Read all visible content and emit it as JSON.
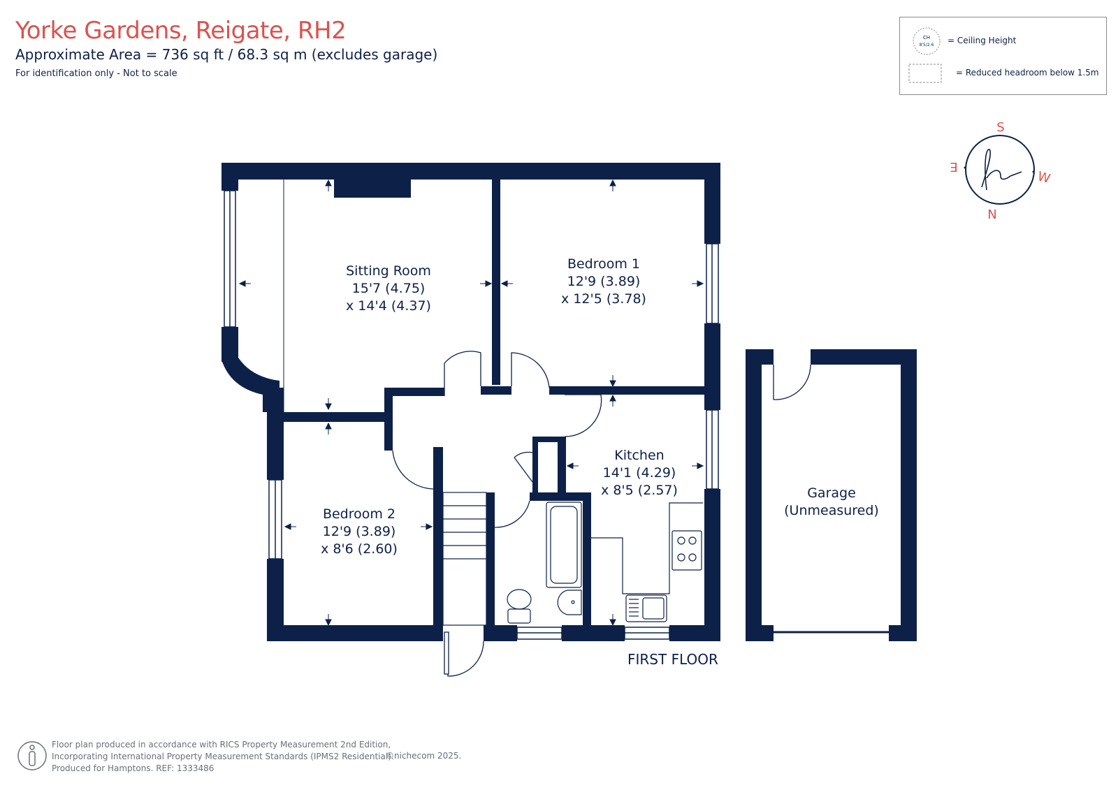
{
  "header": {
    "title": "Yorke Gardens, Reigate, RH2",
    "subtitle": "Approximate Area = 736 sq ft / 68.3 sq m (excludes garage)",
    "note": "For identification only - Not to scale"
  },
  "legend": {
    "ceiling_symbol_line1": "CH",
    "ceiling_symbol_line2": "8'5/2.6",
    "ceiling_label": "= Ceiling Height",
    "headroom_label": "= Reduced headroom below 1.5m"
  },
  "compass": {
    "s": "S",
    "w": "W",
    "n": "N",
    "e": "E",
    "logo": "h"
  },
  "rooms": {
    "sitting_room": {
      "name": "Sitting Room",
      "dim1": "15'7 (4.75)",
      "dim2": "x 14'4 (4.37)"
    },
    "bedroom1": {
      "name": "Bedroom 1",
      "dim1": "12'9 (3.89)",
      "dim2": "x 12'5 (3.78)"
    },
    "bedroom2": {
      "name": "Bedroom 2",
      "dim1": "12'9 (3.89)",
      "dim2": "x 8'6 (2.60)"
    },
    "kitchen": {
      "name": "Kitchen",
      "dim1": "14'1 (4.29)",
      "dim2": "x 8'5 (2.57)"
    },
    "garage": {
      "name": "Garage",
      "dim1": "(Unmeasured)"
    }
  },
  "floor_label": "FIRST FLOOR",
  "footer": {
    "line1": "Floor plan produced in accordance with RICS Property Measurement 2nd Edition,",
    "line2": "Incorporating International Property Measurement Standards (IPMS2 Residential).",
    "line3": "Produced for Hamptons.  REF:  1333486",
    "copyright": "©nichecom 2025."
  },
  "colors": {
    "wall": "#0d2148",
    "accent": "#d9534f",
    "grey": "#6b6f7a"
  }
}
